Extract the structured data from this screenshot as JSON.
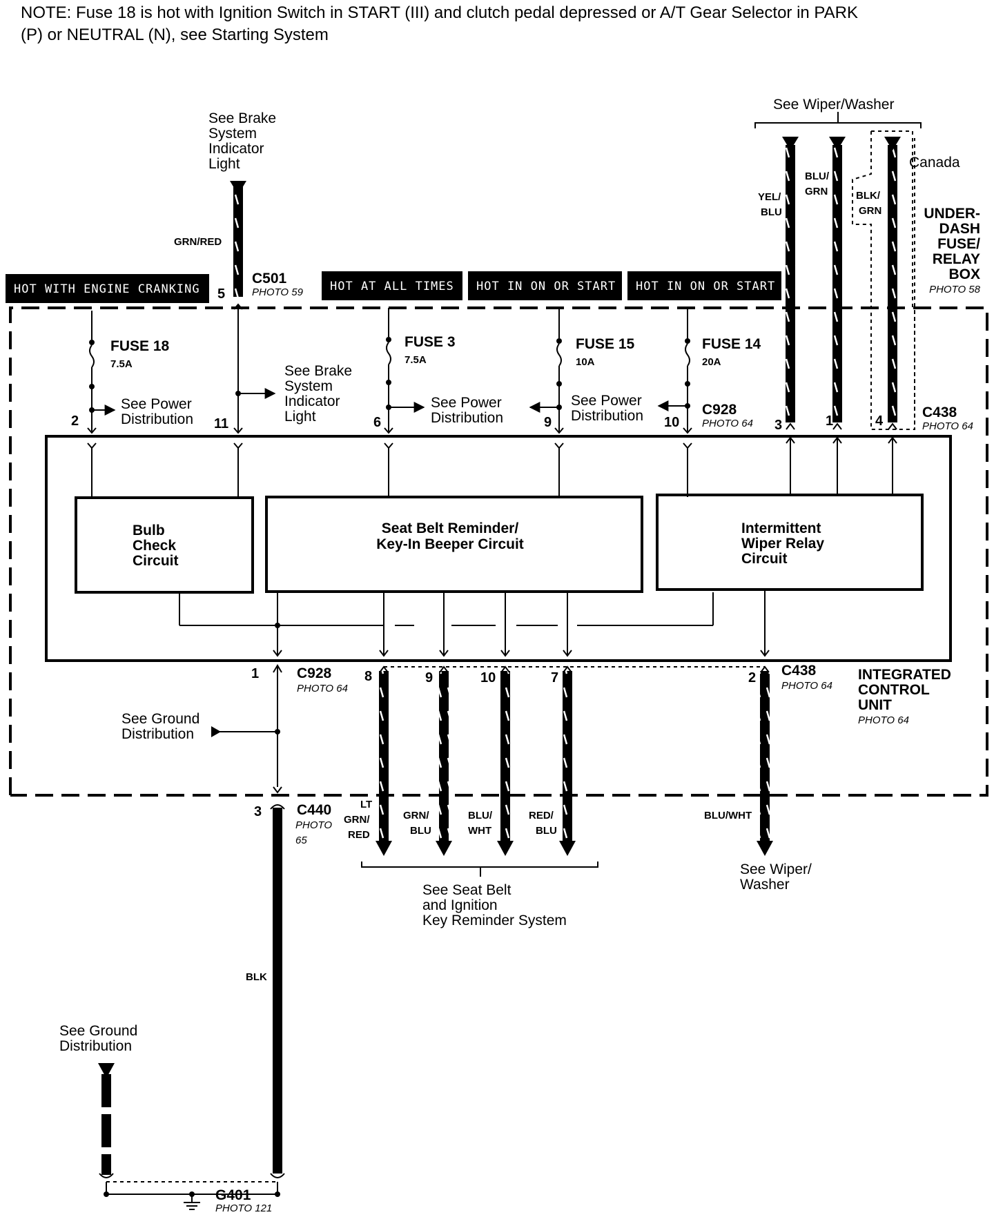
{
  "note": {
    "line1": "NOTE: Fuse 18 is hot with Ignition Switch in START (III) and clutch pedal depressed or A/T Gear Selector in PARK",
    "line2": "(P) or NEUTRAL (N), see Starting System"
  },
  "hot_labels": [
    "HOT WITH ENGINE CRANKING",
    "HOT AT ALL TIMES",
    "HOT IN ON OR START",
    "HOT IN ON OR START"
  ],
  "fuses": [
    {
      "name": "FUSE 18",
      "rating": "7.5A"
    },
    {
      "name": "FUSE 3",
      "rating": "7.5A"
    },
    {
      "name": "FUSE 15",
      "rating": "10A"
    },
    {
      "name": "FUSE 14",
      "rating": "20A"
    }
  ],
  "connectors": {
    "c501": {
      "name": "C501",
      "photo": "PHOTO 59"
    },
    "c928_top": {
      "name": "C928",
      "photo": "PHOTO 64"
    },
    "c438_top": {
      "name": "C438",
      "photo": "PHOTO 64"
    },
    "c928_bottom": {
      "name": "C928",
      "photo": "PHOTO 64"
    },
    "c438_bottom": {
      "name": "C438",
      "photo": "PHOTO 64"
    },
    "c440": {
      "name": "C440",
      "photo": "PHOTO",
      "photo_num": "65"
    },
    "g401": {
      "name": "G401",
      "photo": "PHOTO 121"
    }
  },
  "pins": {
    "top": [
      "5",
      "2",
      "11",
      "6",
      "9",
      "10",
      "3",
      "1",
      "4"
    ],
    "bottom": [
      "1",
      "8",
      "9",
      "10",
      "7",
      "2",
      "3"
    ]
  },
  "wires": {
    "grn_red": "GRN/RED",
    "yel_blu": [
      "YEL/",
      "BLU"
    ],
    "blu_grn": [
      "BLU/",
      "GRN"
    ],
    "blk_grn": [
      "BLK/",
      "GRN"
    ],
    "lt_grn_red": [
      "LT",
      "GRN/",
      "RED"
    ],
    "grn_blu": [
      "GRN/",
      "BLU"
    ],
    "blu_wht": [
      "BLU/",
      "WHT"
    ],
    "red_blu": [
      "RED/",
      "BLU"
    ],
    "blu_wht_single": "BLU/WHT",
    "blk": "BLK"
  },
  "references": {
    "brake_top": [
      "See Brake",
      "System",
      "Indicator",
      "Light"
    ],
    "brake_mid": [
      "See Brake",
      "System",
      "Indicator",
      "Light"
    ],
    "power_dist": [
      "See Power",
      "Distribution"
    ],
    "wiper_washer_top": "See Wiper/Washer",
    "canada": "Canada",
    "ground_dist": [
      "See Ground",
      "Distribution"
    ],
    "seat_belt": [
      "See Seat Belt",
      "and Ignition",
      "Key Reminder System"
    ],
    "wiper_washer_bottom": [
      "See Wiper/",
      "Washer"
    ]
  },
  "fuse_box": {
    "lines": [
      "UNDER-",
      "DASH",
      "FUSE/",
      "RELAY",
      "BOX"
    ],
    "photo": "PHOTO 58"
  },
  "icu": {
    "lines": [
      "INTEGRATED",
      "CONTROL",
      "UNIT"
    ],
    "photo": "PHOTO 64"
  },
  "circuits": {
    "bulb": [
      "Bulb",
      "Check",
      "Circuit"
    ],
    "seat_belt": [
      "Seat Belt Reminder/",
      "Key-In Beeper Circuit"
    ],
    "wiper": [
      "Intermittent",
      "Wiper Relay",
      "Circuit"
    ]
  }
}
